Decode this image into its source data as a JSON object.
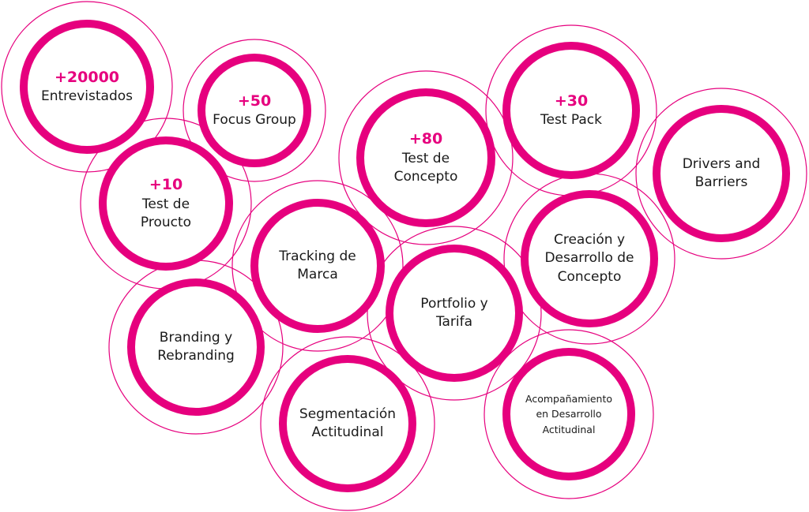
{
  "colors": {
    "ring": "#e6007e",
    "text": "#1a1a1a",
    "number": "#e6007e",
    "background": "#ffffff"
  },
  "nodes": [
    {
      "id": "entrevistados",
      "number": "+20000",
      "text": "Entrevistados"
    },
    {
      "id": "focus-group",
      "number": "+50",
      "text": "Focus Group"
    },
    {
      "id": "test-concepto",
      "number": "+80",
      "text": "Test de\nConcepto"
    },
    {
      "id": "test-pack",
      "number": "+30",
      "text": "Test Pack"
    },
    {
      "id": "drivers-barriers",
      "number": "",
      "text": "Drivers and\nBarriers"
    },
    {
      "id": "test-producto",
      "number": "+10",
      "text": "Test de\nProucto"
    },
    {
      "id": "tracking-marca",
      "number": "",
      "text": "Tracking de\nMarca"
    },
    {
      "id": "creacion-concepto",
      "number": "",
      "text": "Creación y\nDesarrollo de\nConcepto"
    },
    {
      "id": "branding",
      "number": "",
      "text": "Branding y\nRebranding"
    },
    {
      "id": "portfolio-tarifa",
      "number": "",
      "text": "Portfolio y\nTarifa"
    },
    {
      "id": "segmentacion",
      "number": "",
      "text": "Segmentación\nActitudinal"
    },
    {
      "id": "acompanamiento",
      "number": "",
      "text": "Acompañamiento\nen Desarrollo\nActitudinal",
      "small": true
    }
  ]
}
